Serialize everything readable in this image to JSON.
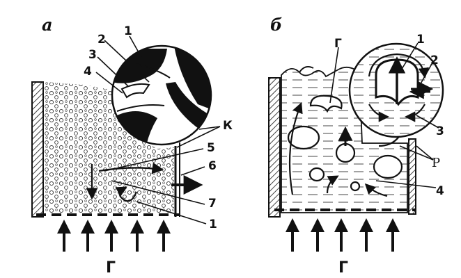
{
  "panel_a": {
    "title": "а",
    "labels": {
      "n1_top": "1",
      "n2": "2",
      "n3": "3",
      "n4": "4",
      "k": "К",
      "n5": "5",
      "n6": "6",
      "n7": "7",
      "n1_bottom": "1",
      "gas": "Г"
    }
  },
  "panel_b": {
    "title": "б",
    "labels": {
      "g_top": "Г",
      "n1": "1",
      "n2": "2",
      "n3": "3",
      "p": "Р",
      "n4": "4",
      "gas": "Г"
    }
  }
}
